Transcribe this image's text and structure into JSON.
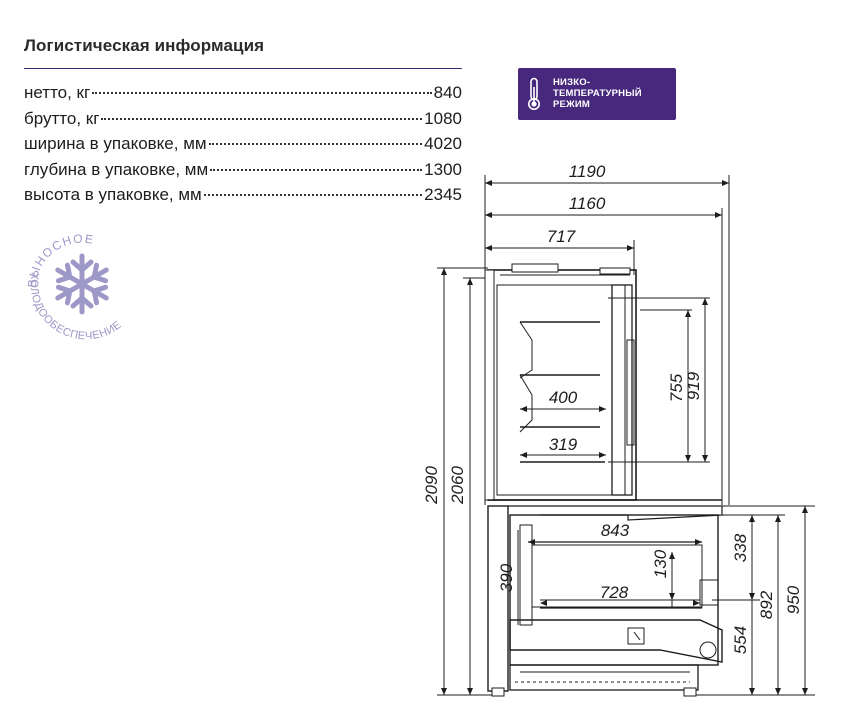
{
  "section": {
    "title": "Логистическая информация"
  },
  "specs": [
    {
      "label": "нетто, кг",
      "value": "840"
    },
    {
      "label": "брутто, кг",
      "value": "1080"
    },
    {
      "label": "ширина в упаковке, мм",
      "value": "4020"
    },
    {
      "label": "глубина в упаковке, мм",
      "value": "1300"
    },
    {
      "label": "высота в упаковке, мм",
      "value": "2345"
    }
  ],
  "badge": {
    "lines": [
      "НИЗКО-",
      "ТЕМПЕРАТУРНЫЙ",
      "РЕЖИМ"
    ],
    "icon": "thermometer-icon",
    "color": "#47287d"
  },
  "stamp": {
    "top_text": "ВЫНОСНОЕ",
    "bottom_text": "ХОЛОДООБЕСПЕЧЕНИЕ",
    "icon": "snowflake-icon",
    "color": "#9d98c8"
  },
  "drawing": {
    "dimensions": {
      "overall_depth": "1190",
      "body_depth": "1160",
      "upper_depth": "717",
      "shelf_width_upper": "400",
      "shelf_width_lower": "319",
      "door_height": "755",
      "upper_opening": "919",
      "total_height": "2090",
      "body_height": "2060",
      "lower_depth": "843",
      "lower_shelf_gap": "130",
      "lower_shelf": "728",
      "lower_front": "390",
      "top_to_rail": "338",
      "rail_to_floor": "554",
      "counter_height": "892",
      "total_lower_height": "950"
    }
  }
}
